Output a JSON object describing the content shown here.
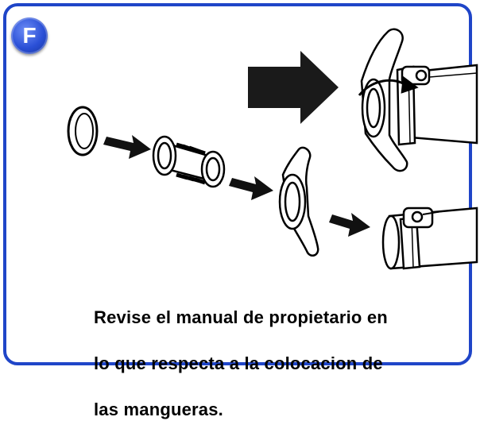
{
  "badge": {
    "letter": "F",
    "color": "#1f45c8"
  },
  "caption": {
    "line1": "Revise el manual de propietario en",
    "line2": "lo que respecta a la colocacion de",
    "line3": "las mangueras."
  },
  "colors": {
    "frame": "#1f45c8",
    "ink": "#000000"
  }
}
